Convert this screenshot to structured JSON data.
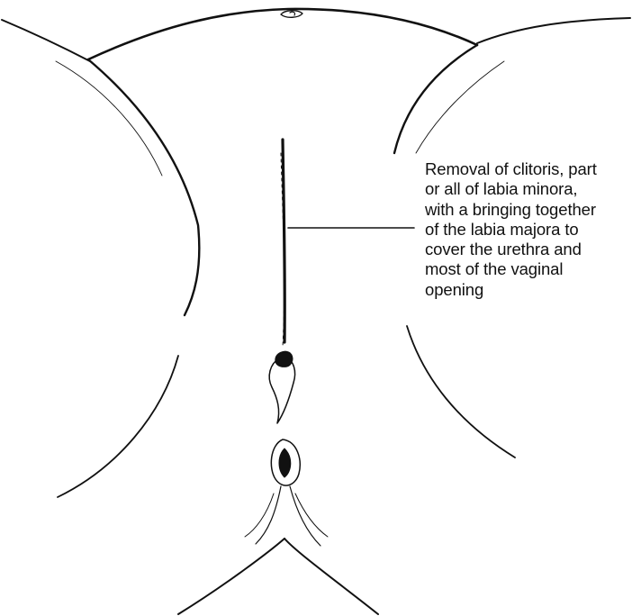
{
  "annotation": {
    "lines": [
      "Removal of clitoris, part",
      "or all of labia minora,",
      "with a bringing together",
      "of the labia majora to",
      "cover the urethra and",
      "most of the vaginal",
      "opening"
    ]
  },
  "colors": {
    "ink": "#111111",
    "background": "#ffffff"
  }
}
